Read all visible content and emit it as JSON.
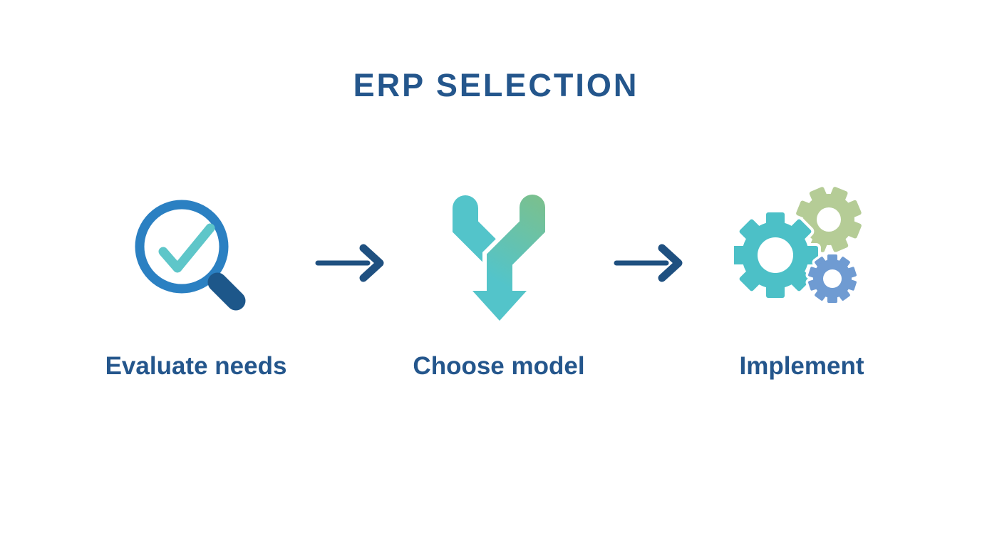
{
  "title": "ERP SELECTION",
  "steps": [
    {
      "label": "Evaluate needs",
      "icon": "magnifier-check-icon"
    },
    {
      "label": "Choose model",
      "icon": "branch-merge-arrow-icon"
    },
    {
      "label": "Implement",
      "icon": "gears-icon"
    }
  ],
  "connector": {
    "icon": "arrow-right-icon"
  },
  "colors": {
    "text": "#24568C",
    "arrow": "#1F5080",
    "magnifier_ring": "#2B80C2",
    "magnifier_handle": "#1D578A",
    "check": "#5EC6C9",
    "merge_teal": "#53C4CA",
    "merge_green": "#7BC08D",
    "gear_teal": "#4CC0C7",
    "gear_green": "#B5CC96",
    "gear_blue": "#6F9BD2"
  }
}
